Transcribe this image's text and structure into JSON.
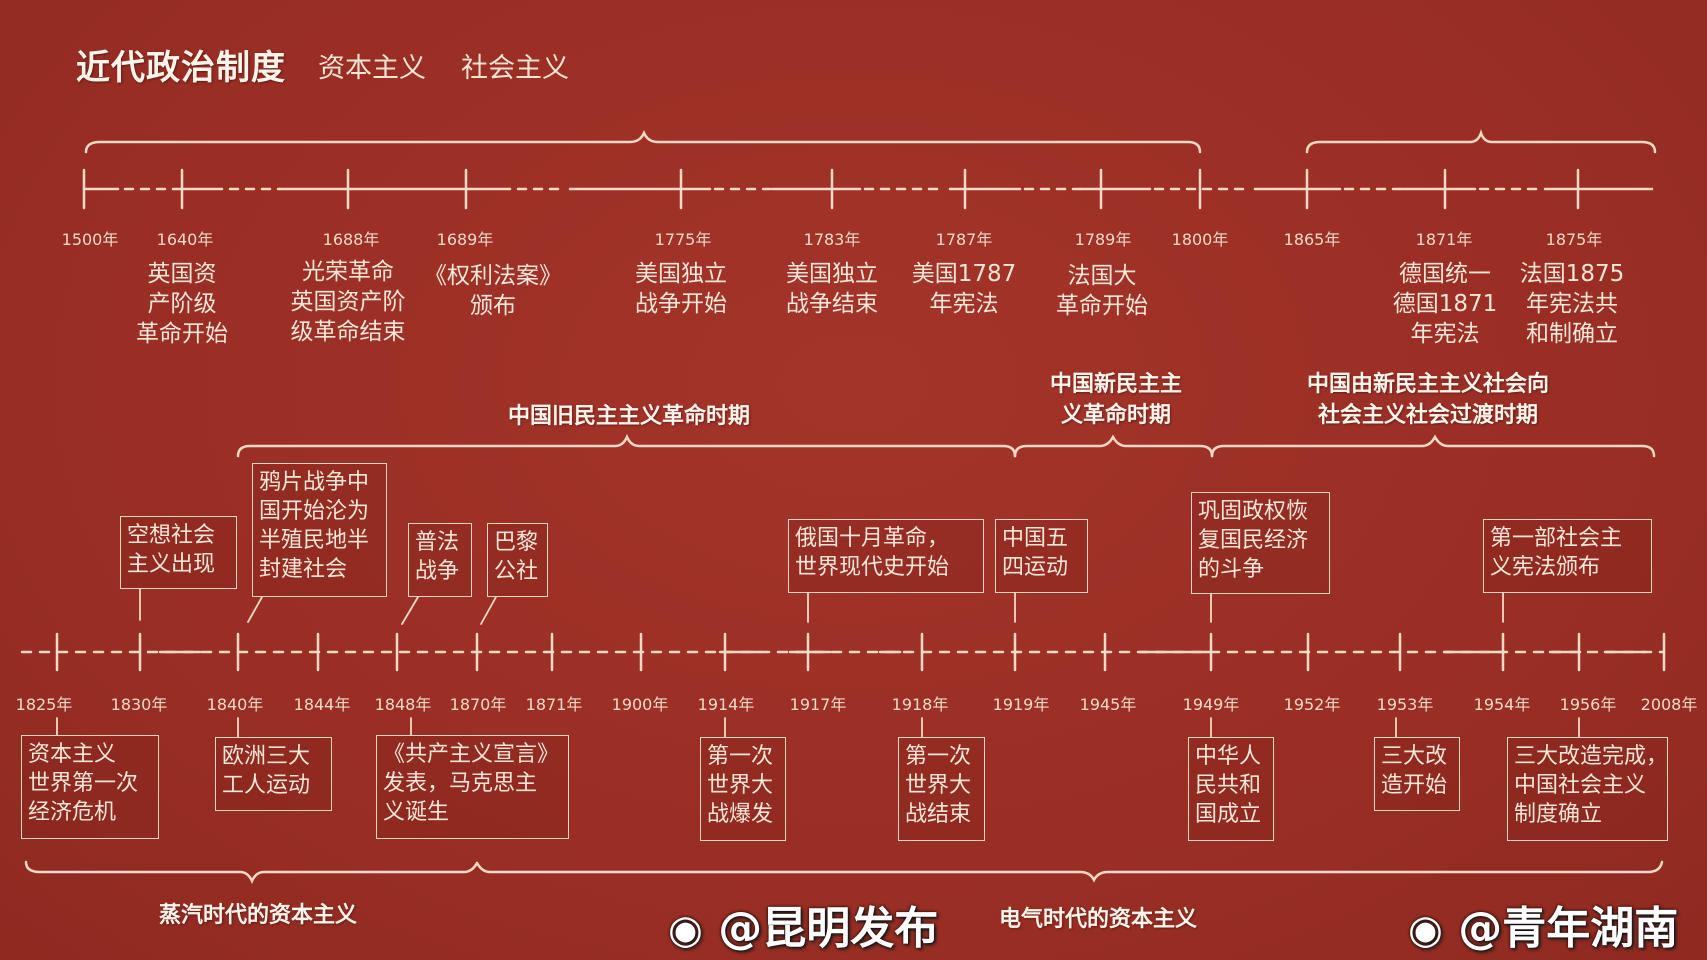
{
  "header": {
    "title": "近代政治制度",
    "subtitle_1": "资本主义",
    "subtitle_2": "社会主义"
  },
  "top_timeline": {
    "ticks": [
      {
        "year": "1500年",
        "event": ""
      },
      {
        "year": "1640年",
        "event": "英国资\n产阶级\n革命开始"
      },
      {
        "year": "1688年",
        "event": "光荣革命\n英国资产阶\n级革命结束"
      },
      {
        "year": "1689年",
        "event": "《权利法案》\n颁布"
      },
      {
        "year": "1775年",
        "event": "美国独立\n战争开始"
      },
      {
        "year": "1783年",
        "event": "美国独立\n战争结束"
      },
      {
        "year": "1787年",
        "event": "美国1787\n年宪法"
      },
      {
        "year": "1789年",
        "event": "法国大\n革命开始"
      },
      {
        "year": "1800年",
        "event": ""
      },
      {
        "year": "1865年",
        "event": ""
      },
      {
        "year": "1871年",
        "event": "德国统一\n德国1871\n年宪法"
      },
      {
        "year": "1875年",
        "event": "法国1875\n年宪法共\n和制确立"
      }
    ]
  },
  "periods": {
    "old_democratic": "中国旧民主主义革命时期",
    "new_democratic_1": "中国新民主主",
    "new_democratic_2": "义革命时期",
    "transition_1": "中国由新民主主义社会向",
    "transition_2": "社会主义社会过渡时期"
  },
  "bottom_timeline": {
    "years": [
      "1825年",
      "1830年",
      "1840年",
      "1844年",
      "1848年",
      "1870年",
      "1871年",
      "1900年",
      "1914年",
      "1917年",
      "1918年",
      "1919年",
      "1945年",
      "1949年",
      "1952年",
      "1953年",
      "1954年",
      "1956年",
      "2008年"
    ],
    "upper_boxes": [
      {
        "year": "1830年",
        "text": "空想社会\n主义出现"
      },
      {
        "year": "1840年",
        "text": "鸦片战争中\n国开始沦为\n半殖民地半\n封建社会"
      },
      {
        "year": "1870年",
        "text": "普法\n战争"
      },
      {
        "year": "1871年",
        "text": "巴黎\n公社"
      },
      {
        "year": "1917年",
        "text": "俄国十月革命，\n世界现代史开始"
      },
      {
        "year": "1919年",
        "text": "中国五\n四运动"
      },
      {
        "year": "1949年",
        "text": "巩固政权恢\n复国民经济\n的斗争"
      },
      {
        "year": "1954年",
        "text": "第一部社会主\n义宪法颁布"
      }
    ],
    "lower_boxes": [
      {
        "year": "1825年",
        "text": "资本主义\n世界第一次\n经济危机"
      },
      {
        "year": "1840年",
        "text": "欧洲三大\n工人运动"
      },
      {
        "year": "1848年",
        "text": "《共产主义宣言》\n发表，马克思主\n义诞生"
      },
      {
        "year": "1914年",
        "text": "第一次\n世界大\n战爆发"
      },
      {
        "year": "1918年",
        "text": "第一次\n世界大\n战结束"
      },
      {
        "year": "1949年",
        "text": "中华人\n民共和\n国成立"
      },
      {
        "year": "1953年",
        "text": "三大改\n造开始"
      },
      {
        "year": "1956年",
        "text": "三大改造完成，\n中国社会主义\n制度确立"
      }
    ]
  },
  "eras": {
    "steam": "蒸汽时代的资本主义",
    "electric": "电气时代的资本主义"
  },
  "watermarks": {
    "left": "@昆明发布",
    "right": "@青年湖南"
  },
  "colors": {
    "background": "#9a2e24",
    "line": "#f3d9c6",
    "text": "#f6e6d8"
  }
}
